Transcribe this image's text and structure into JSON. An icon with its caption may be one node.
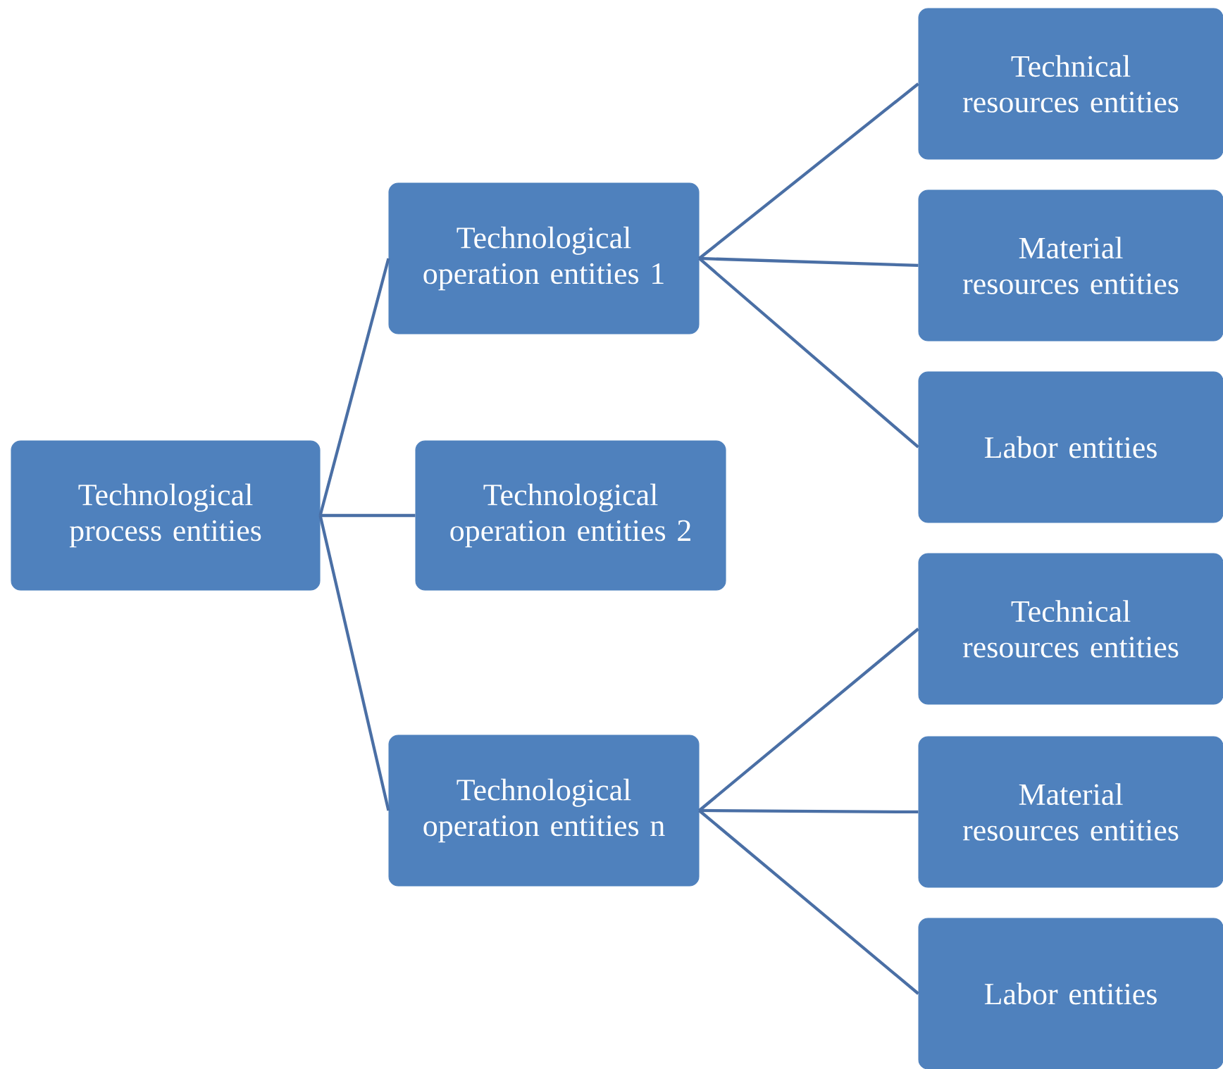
{
  "diagram": {
    "nodes": [
      {
        "text": [
          "Technological process entities"
        ]
      },
      {
        "text": [
          "Technological operation entities 1"
        ]
      },
      {
        "text": [
          "Technological operation entities 2"
        ]
      },
      {
        "text": [
          "Technological operation entities n"
        ]
      },
      {
        "text": [
          "Technical resources entities"
        ]
      },
      {
        "text": [
          "Material resources entities"
        ]
      },
      {
        "text": [
          "Labor entities"
        ]
      },
      {
        "text": [
          "Technical resources entities"
        ]
      },
      {
        "text": [
          "Material resources entities"
        ]
      },
      {
        "text": [
          "Labor entities"
        ]
      }
    ],
    "edges": [
      {
        "from": 0,
        "to": 1,
        "arrow": "none"
      },
      {
        "from": 0,
        "to": 2,
        "arrow": "none"
      },
      {
        "from": 0,
        "to": 3,
        "arrow": "none"
      },
      {
        "from": 1,
        "to": 4,
        "arrow": "none"
      },
      {
        "from": 1,
        "to": 5,
        "arrow": "none"
      },
      {
        "from": 1,
        "to": 6,
        "arrow": "none"
      },
      {
        "from": 3,
        "to": 7,
        "arrow": "none"
      },
      {
        "from": 3,
        "to": 8,
        "arrow": "none"
      },
      {
        "from": 3,
        "to": 9,
        "arrow": "none"
      }
    ]
  }
}
